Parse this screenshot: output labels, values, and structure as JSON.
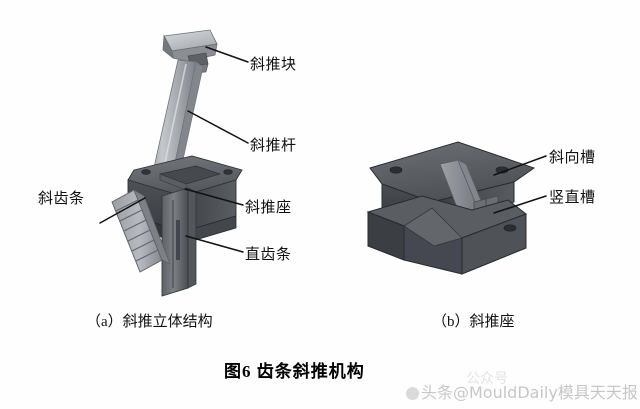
{
  "figure": {
    "title": "图6    齿条斜推机构",
    "background_color": "#fefefe",
    "line_color": "#111111",
    "metal_dark": "#4a4c50",
    "metal_mid": "#6d7075",
    "metal_light": "#a9adb2",
    "metal_highlight": "#c8ccd0"
  },
  "panel_a": {
    "caption": "（a）斜推立体结构",
    "labels": [
      {
        "id": "inclined-push-block",
        "text": "斜推块"
      },
      {
        "id": "inclined-push-rod",
        "text": "斜推杆"
      },
      {
        "id": "inclined-push-seat",
        "text": "斜推座"
      },
      {
        "id": "straight-rack",
        "text": "直齿条"
      },
      {
        "id": "helical-rack",
        "text": "斜齿条"
      }
    ]
  },
  "panel_b": {
    "caption": "（b）斜推座",
    "labels": [
      {
        "id": "inclined-groove",
        "text": "斜向槽"
      },
      {
        "id": "vertical-groove",
        "text": "竖直槽"
      }
    ]
  },
  "watermark": {
    "main": "头条@MouldDaily模具天天报",
    "faint": "公众号"
  }
}
